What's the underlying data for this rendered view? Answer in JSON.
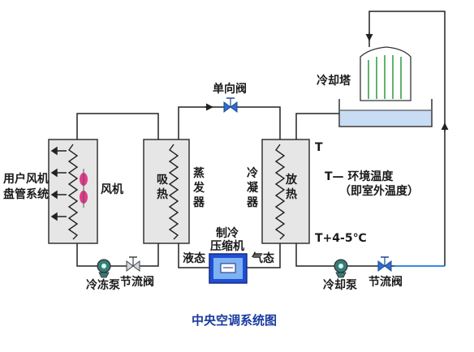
{
  "title": "中央空调系统图",
  "labels": {
    "user_system_line1": "用户风机",
    "user_system_line2": "盘管系统",
    "fan": "风机",
    "absorb_heat": [
      "吸",
      "热"
    ],
    "evaporator": [
      "蒸",
      "发",
      "器"
    ],
    "condenser": [
      "冷",
      "凝",
      "器"
    ],
    "release_heat": [
      "放",
      "热"
    ],
    "check_valve": "单向阀",
    "cooling_tower": "冷却塔",
    "t_top": "T",
    "t_legend_line1": "T— 环境温度",
    "t_legend_line2": "（即室外温度）",
    "t_bottom": "T+4-5℃",
    "compressor_line1": "制冷",
    "compressor_line2": "压缩机",
    "liquid_state": "液态",
    "gas_state": "气态",
    "chilled_pump": "冷冻泵",
    "throttle_valve_left": "节流阀",
    "cooling_pump": "冷却泵",
    "throttle_valve_right": "节流阀"
  },
  "colors": {
    "box_fill": "#e6e6e6",
    "pump_body": "#3a7a78",
    "valve": "#2b6fd0",
    "fan": "#e23a8a",
    "compressor_blue": "#1f4fd6",
    "water_line": "#1a7be0",
    "text_blue": "#1a3aa0"
  },
  "icons": {
    "fan": "fan-icon",
    "pump": "pump-icon",
    "valve": "valve-icon",
    "compressor": "compressor-icon",
    "cooling_tower": "cooling-tower-icon"
  }
}
